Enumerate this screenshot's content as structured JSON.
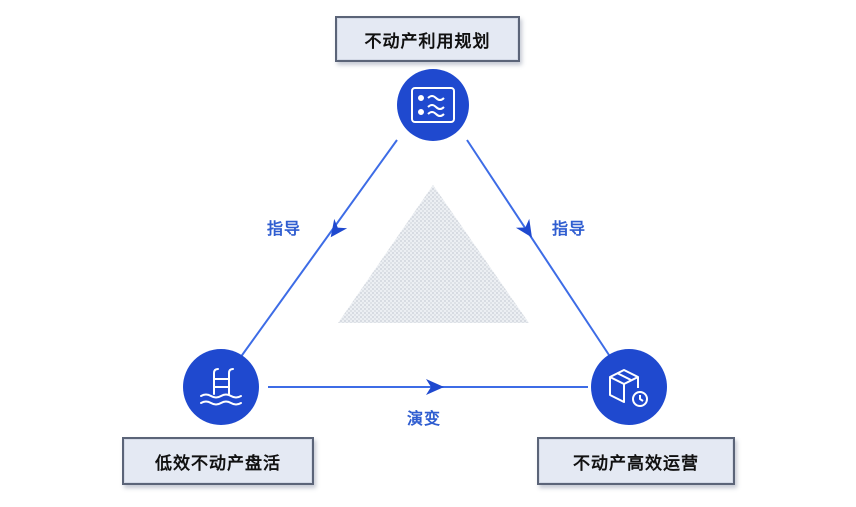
{
  "nodes": {
    "top": {
      "label": "不动产利用规划",
      "icon": "list-wave-icon"
    },
    "left": {
      "label": "低效不动产盘活",
      "icon": "pool-ladder-icon"
    },
    "right": {
      "label": "不动产高效运营",
      "icon": "box-clock-icon"
    }
  },
  "edges": {
    "left": {
      "label": "指导"
    },
    "right": {
      "label": "指导"
    },
    "bottom": {
      "label": "演变"
    }
  },
  "colors": {
    "line": "#3d6ce6",
    "circle": "#1f49cf",
    "label": "#2f5dd0",
    "box_bg": "#e4e9f3",
    "box_border": "#5b6478",
    "center_triangle": "#dfe4ea"
  }
}
